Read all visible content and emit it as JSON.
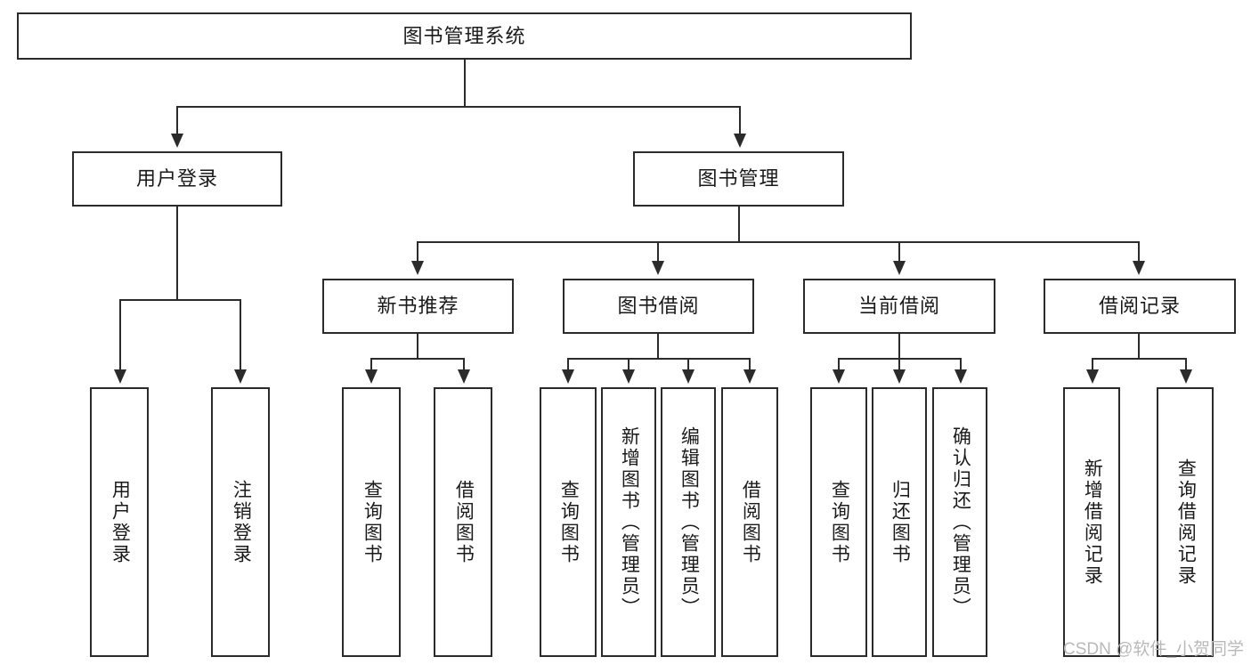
{
  "diagram": {
    "title": "图书管理系统",
    "type": "tree-hierarchy",
    "root": {
      "label": "图书管理系统"
    },
    "level2": [
      {
        "label": "用户登录"
      },
      {
        "label": "图书管理"
      }
    ],
    "level3": [
      {
        "label": "新书推荐"
      },
      {
        "label": "图书借阅"
      },
      {
        "label": "当前借阅"
      },
      {
        "label": "借阅记录"
      }
    ],
    "leaves": {
      "user_login": [
        {
          "label": "用户登录"
        },
        {
          "label": "注销登录"
        }
      ],
      "new_book_recommend": [
        {
          "label": "查询图书"
        },
        {
          "label": "借阅图书"
        }
      ],
      "book_borrow": [
        {
          "label": "查询图书"
        },
        {
          "label": "新增图书（管理员）"
        },
        {
          "label": "编辑图书（管理员）"
        },
        {
          "label": "借阅图书"
        }
      ],
      "current_borrow": [
        {
          "label": "查询图书"
        },
        {
          "label": "归还图书"
        },
        {
          "label": "确认归还（管理员）"
        }
      ],
      "borrow_record": [
        {
          "label": "新增借阅记录"
        },
        {
          "label": "查询借阅记录"
        }
      ]
    }
  },
  "watermark": {
    "text": "CSDN @软件_小贺同学"
  },
  "colors": {
    "stroke": "#2b2b2b",
    "fill": "#ffffff",
    "text": "#1a1a1a",
    "watermark": "#b9b9b9"
  }
}
